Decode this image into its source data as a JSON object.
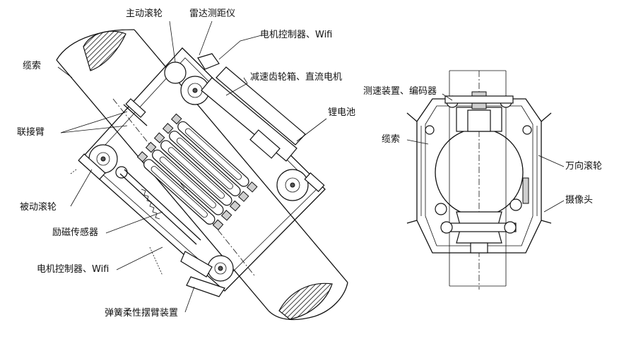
{
  "left_view": {
    "labels": {
      "drive_wheel": "主动滚轮",
      "radar": "雷达测距仪",
      "motor_ctrl_top": "电机控制器、Wifi",
      "gearbox": "减速齿轮箱、直流电机",
      "cable": "缆索",
      "battery": "锂电池",
      "connect_arm": "联接臂",
      "driven_wheel": "被动滚轮",
      "sensor": "励磁传感器",
      "motor_ctrl_bottom": "电机控制器、Wifi",
      "spring_arm": "弹簧柔性摆臂装置"
    }
  },
  "right_view": {
    "labels": {
      "speed_encoder": "测速装置、编码器",
      "cable": "缆索",
      "universal_wheel": "万向滚轮",
      "camera": "摄像头"
    }
  }
}
